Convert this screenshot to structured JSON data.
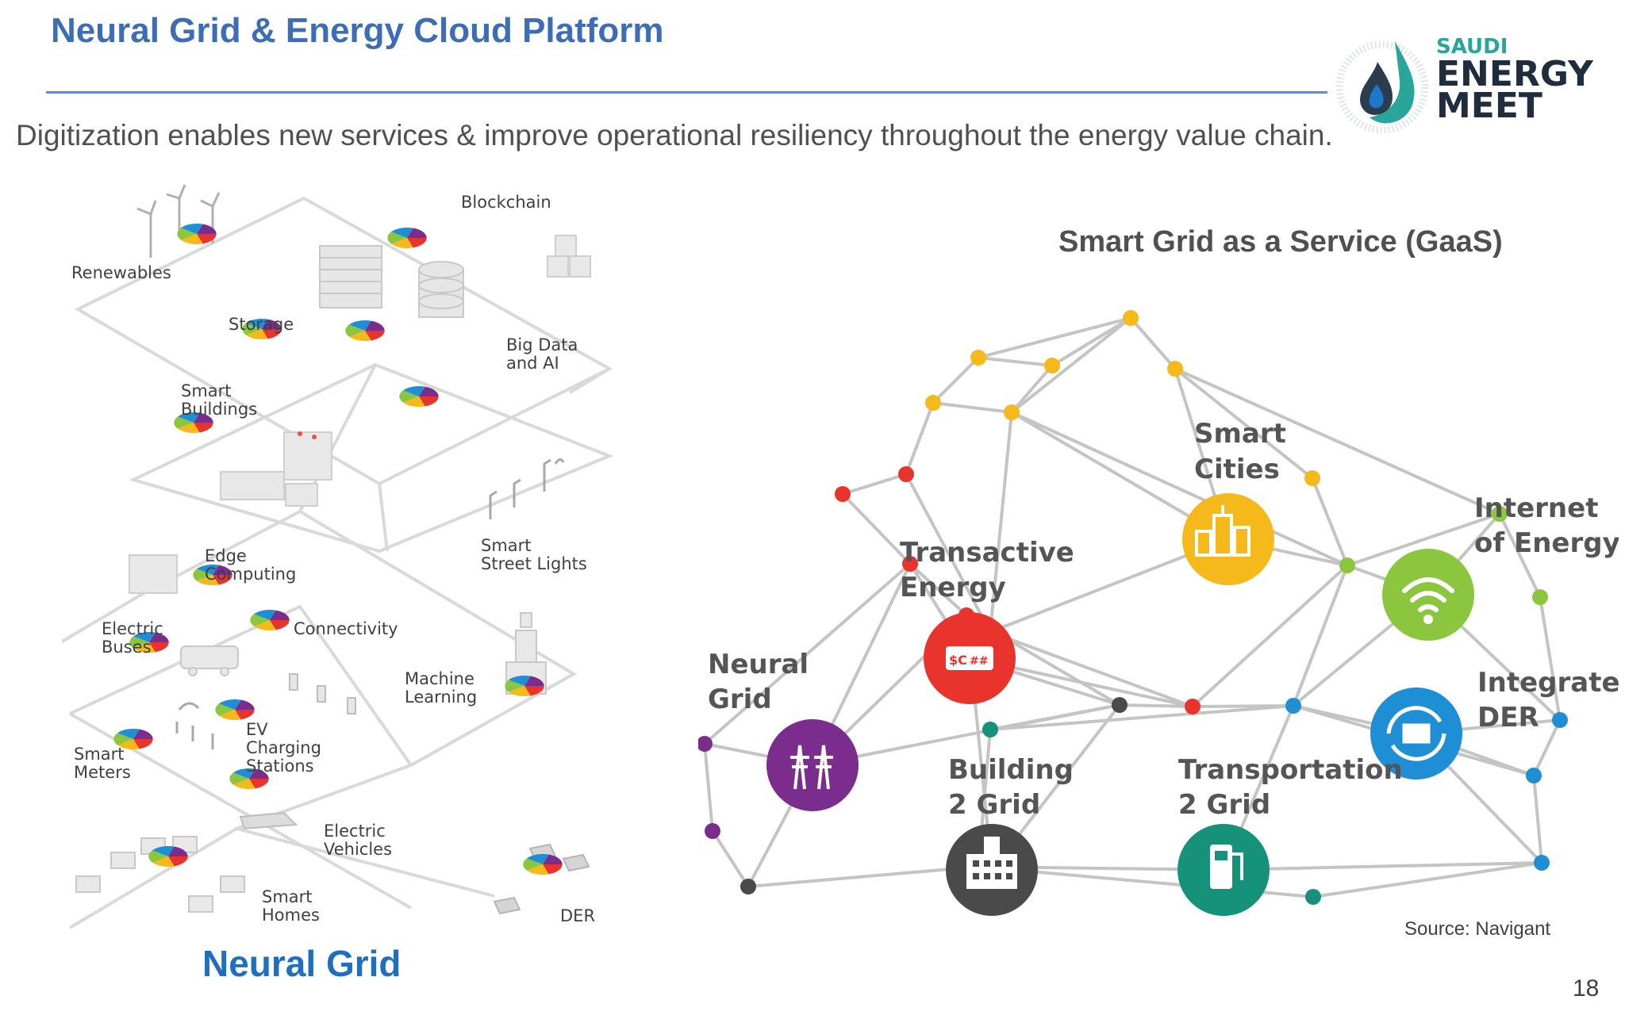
{
  "header": {
    "title": "Neural Grid & Energy Cloud Platform",
    "subtitle": "Digitization enables new services & improve operational resiliency throughout the energy value chain."
  },
  "logo": {
    "line1": "SAUDI",
    "line2": "ENERGY",
    "line3": "MEET"
  },
  "neural_grid": {
    "caption": "Neural Grid",
    "labels": {
      "renewables": "Renewables",
      "blockchain": "Blockchain",
      "storage": "Storage",
      "big_data_1": "Big Data",
      "big_data_2": "and AI",
      "smart_buildings_1": "Smart",
      "smart_buildings_2": "Buildings",
      "street_lights_1": "Smart",
      "street_lights_2": "Street Lights",
      "edge_1": "Edge",
      "edge_2": "Computing",
      "connectivity": "Connectivity",
      "buses_1": "Electric",
      "buses_2": "Buses",
      "ml_1": "Machine",
      "ml_2": "Learning",
      "ev_1": "EV",
      "ev_2": "Charging",
      "ev_3": "Stations",
      "meters_1": "Smart",
      "meters_2": "Meters",
      "vehicles_1": "Electric",
      "vehicles_2": "Vehicles",
      "homes_1": "Smart",
      "homes_2": "Homes",
      "der": "DER"
    }
  },
  "gaas": {
    "title": "Smart Grid as a Service (GaaS)",
    "labels": {
      "smart_cities_1": "Smart",
      "smart_cities_2": "Cities",
      "transactive_1": "Transactive",
      "transactive_2": "Energy",
      "internet_1": "Internet",
      "internet_2": "of Energy",
      "neural_1": "Neural",
      "neural_2": "Grid",
      "integrated_1": "Integrated",
      "integrated_2": "DER",
      "building_1": "Building",
      "building_2": "2 Grid",
      "transport_1": "Transportation",
      "transport_2": "2 Grid"
    },
    "colors": {
      "yellow": "#f6b91c",
      "red": "#e8342c",
      "green": "#8cc63f",
      "purple": "#7b2d8e",
      "blue": "#1e8fd5",
      "dark": "#4a4a4a",
      "teal": "#16927a"
    },
    "icons": {
      "smart_cities": "city-icon",
      "transactive": "currency-exchange-icon",
      "internet": "wifi-icon",
      "neural": "power-tower-icon",
      "integrated": "solar-cycle-icon",
      "building": "building-icon",
      "transport": "ev-charger-icon"
    }
  },
  "footer": {
    "source": "Source: Navigant",
    "page": "18"
  }
}
